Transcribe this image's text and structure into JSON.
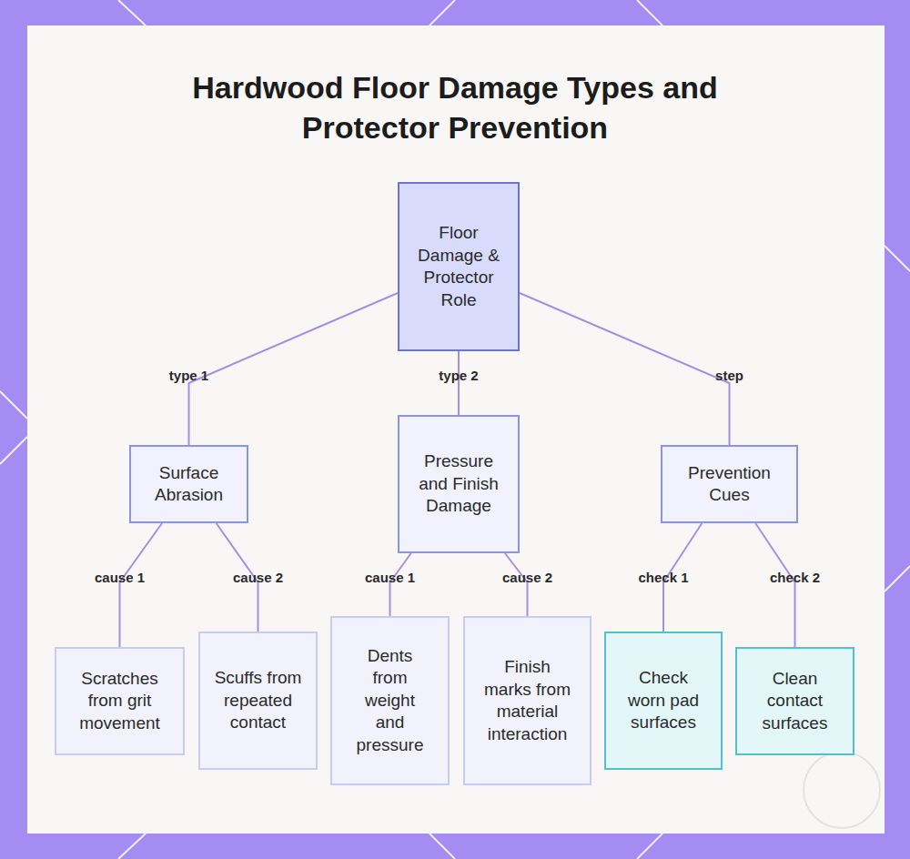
{
  "diagram": {
    "title": "Hardwood Floor Damage Types and Protector Prevention",
    "nodes": [
      {
        "text": [
          "Floor Damage & Protector Role"
        ]
      },
      {
        "text": [
          "Surface Abrasion"
        ]
      },
      {
        "text": [
          "Pressure and Finish Damage"
        ]
      },
      {
        "text": [
          "Prevention Cues"
        ]
      },
      {
        "text": [
          "Scratches from grit movement"
        ]
      },
      {
        "text": [
          "Scuffs from repeated contact"
        ]
      },
      {
        "text": [
          "Dents from weight and pressure"
        ]
      },
      {
        "text": [
          "Finish marks from material interaction"
        ]
      },
      {
        "text": [
          "Check worn pad surfaces"
        ]
      },
      {
        "text": [
          "Clean contact surfaces"
        ]
      }
    ],
    "edges": [
      {
        "from": 0,
        "to": 1,
        "arrow": "none",
        "label": "type 1"
      },
      {
        "from": 0,
        "to": 2,
        "arrow": "none",
        "label": "type 2"
      },
      {
        "from": 0,
        "to": 3,
        "arrow": "none",
        "label": "step"
      },
      {
        "from": 1,
        "to": 4,
        "arrow": "none",
        "label": "cause 1"
      },
      {
        "from": 1,
        "to": 5,
        "arrow": "none",
        "label": "cause 2"
      },
      {
        "from": 2,
        "to": 6,
        "arrow": "none",
        "label": "cause 1"
      },
      {
        "from": 2,
        "to": 7,
        "arrow": "none",
        "label": "cause 2"
      },
      {
        "from": 3,
        "to": 8,
        "arrow": "none",
        "label": "check 1"
      },
      {
        "from": 3,
        "to": 9,
        "arrow": "none",
        "label": "check 2"
      }
    ]
  }
}
